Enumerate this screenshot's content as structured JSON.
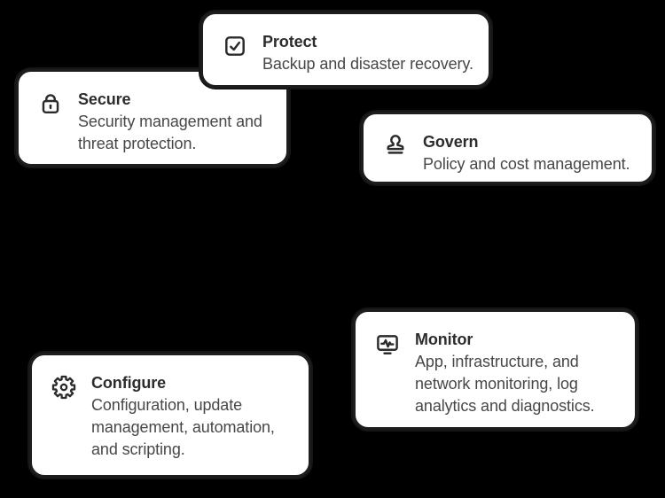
{
  "page": {
    "kind": "feature-card-overview",
    "colors": {
      "background": "#000000",
      "card_background": "#ffffff",
      "card_border": "#1d1d1d",
      "title_text": "#2c2c2c",
      "description_text": "#474747",
      "icon_stroke": "#2b2b2b"
    }
  },
  "cards": [
    {
      "id": "protect",
      "icon": "checkbox-check-icon",
      "title": "Protect",
      "description": "Backup and disaster recovery."
    },
    {
      "id": "secure",
      "icon": "lock-icon",
      "title": "Secure",
      "description": "Security management and\nthreat protection."
    },
    {
      "id": "govern",
      "icon": "stamp-icon",
      "title": "Govern",
      "description": "Policy and cost management."
    },
    {
      "id": "monitor",
      "icon": "monitor-pulse-icon",
      "title": "Monitor",
      "description": "App, infrastructure, and\nnetwork monitoring, log\nanalytics and diagnostics."
    },
    {
      "id": "configure",
      "icon": "gear-icon",
      "title": "Configure",
      "description": "Configuration, update\nmanagement, automation,\nand scripting."
    }
  ]
}
